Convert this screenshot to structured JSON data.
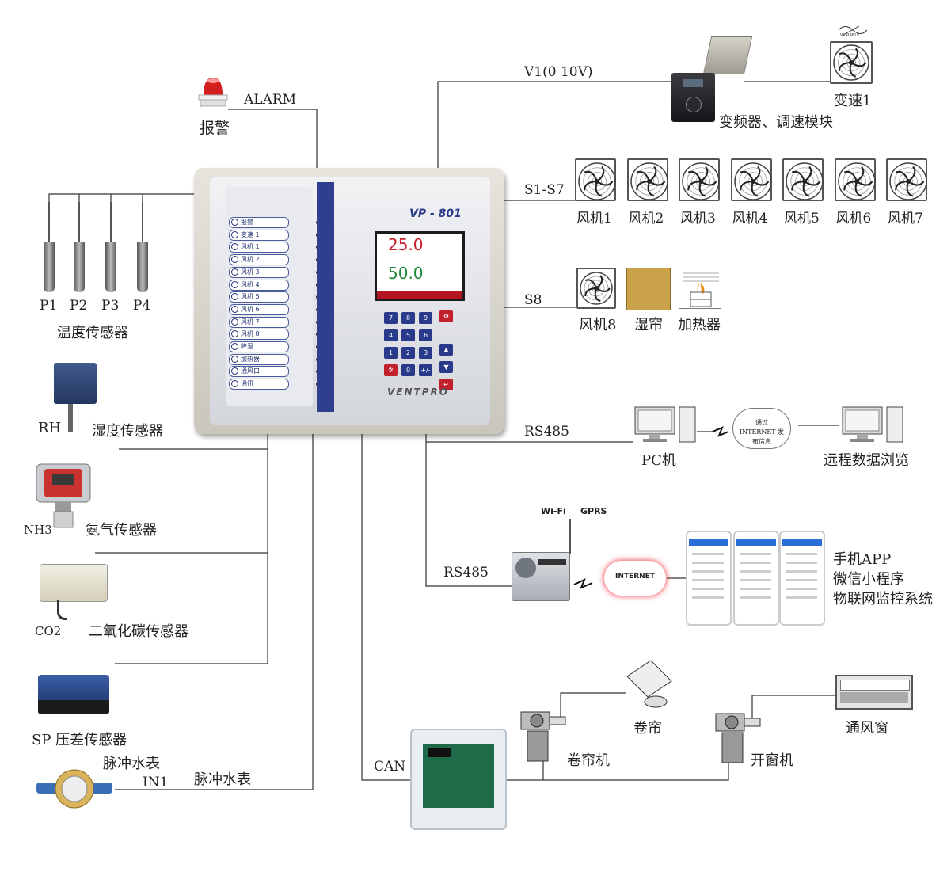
{
  "controller": {
    "model": "VP - 801",
    "brand": "VENTPRO",
    "lcd_temp": "25.0",
    "lcd_hum": "50.0",
    "menu": [
      "报警",
      "变速 1",
      "风机 1",
      "风机 2",
      "风机 3",
      "风机 4",
      "风机 5",
      "风机 6",
      "风机 7",
      "风机 8",
      "降温",
      "加热器",
      "通风口",
      "通讯"
    ],
    "keys": [
      "7",
      "8",
      "9",
      "4",
      "5",
      "6",
      "1",
      "2",
      "3",
      "0",
      "+/-"
    ]
  },
  "alarm": {
    "label": "ALARM",
    "name": "报警"
  },
  "v1": {
    "line_label": "V1(0 10V)",
    "inverter": "变频器、调速模块",
    "fan": "变速1",
    "variable": "VARIABLE"
  },
  "s17": {
    "line_label": "S1-S7",
    "fans": [
      "风机1",
      "风机2",
      "风机3",
      "风机4",
      "风机5",
      "风机6",
      "风机7"
    ]
  },
  "s8": {
    "line_label": "S8",
    "items": [
      "风机8",
      "湿帘",
      "加热器"
    ]
  },
  "rs485_pc": {
    "line_label": "RS485",
    "pc": "PC机",
    "cloud": "通过INTERNET 发布信息",
    "remote": "远程数据浏览"
  },
  "rs485_net": {
    "line_label": "RS485",
    "wifi": "Wi-Fi",
    "gprs": "GPRS",
    "internet": "INTERNET",
    "apps": [
      "手机APP",
      "微信小程序",
      "物联网监控系统"
    ]
  },
  "can": {
    "line_label": "CAN",
    "curtain_motor": "卷帘机",
    "curtain": "卷帘",
    "window_motor": "开窗机",
    "window": "通风窗"
  },
  "sensors": {
    "temp_probes": [
      "P1",
      "P2",
      "P3",
      "P4"
    ],
    "temp_name": "温度传感器",
    "rh_code": "RH",
    "rh_name": "湿度传感器",
    "nh3_code": "NH3",
    "nh3_name": "氨气传感器",
    "co2_code": "CO2",
    "co2_name": "二氧化碳传感器",
    "sp_name": "SP 压差传感器",
    "water_title": "脉冲水表",
    "water_code": "IN1",
    "water_name": "脉冲水表"
  }
}
